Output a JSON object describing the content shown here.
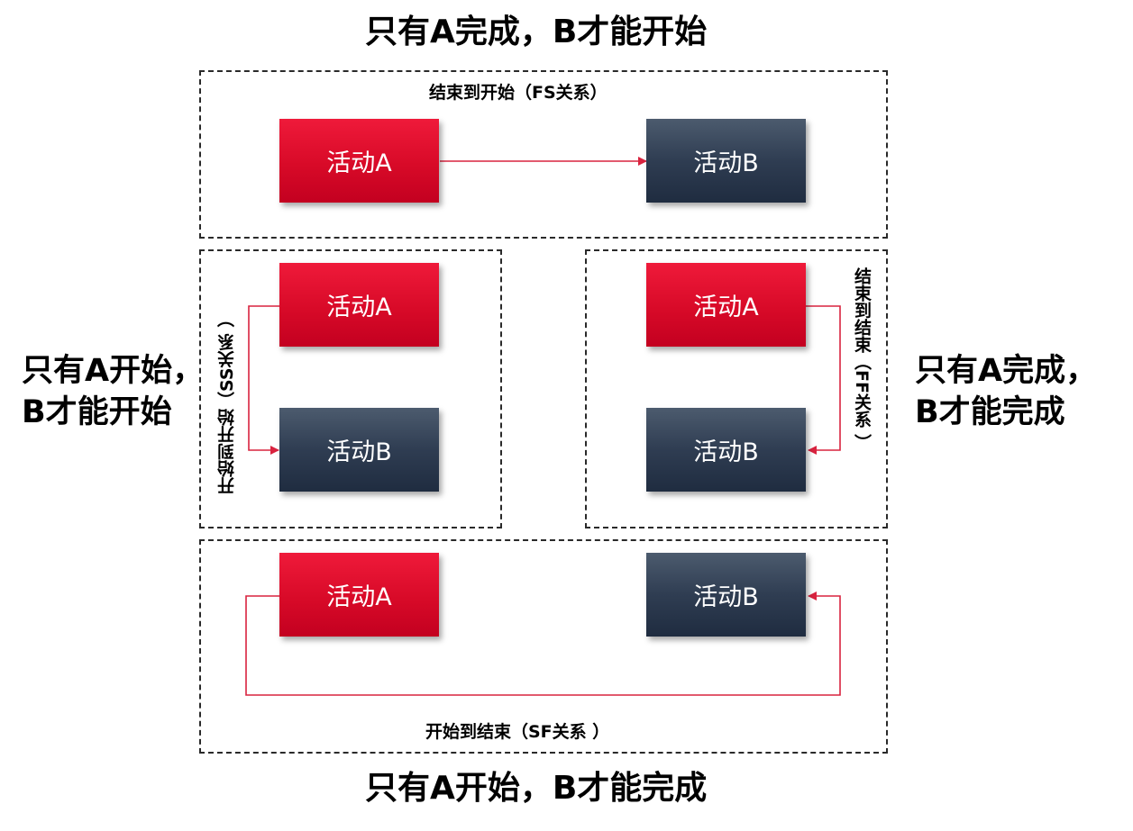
{
  "headings": {
    "top": "只有A完成，B才能开始",
    "left_line1": "只有A开始，",
    "left_line2": "B才能开始",
    "right_line1": "只有A完成，",
    "right_line2": "B才能完成",
    "bottom": "只有A开始，B才能完成"
  },
  "panels": {
    "fs": {
      "label": "结束到开始（FS关系）",
      "activity_a": "活动A",
      "activity_b": "活动B"
    },
    "ss": {
      "label": "开始到开始（SS关系 ）",
      "activity_a": "活动A",
      "activity_b": "活动B"
    },
    "ff": {
      "label": "结束到结束（FF关系 ）",
      "activity_a": "活动A",
      "activity_b": "活动B"
    },
    "sf": {
      "label": "开始到结束（SF关系 ）",
      "activity_a": "活动A",
      "activity_b": "活动B"
    }
  },
  "colors": {
    "activity_a": "#d80a28",
    "activity_b": "#2f3d52",
    "connector": "#d9233f"
  }
}
